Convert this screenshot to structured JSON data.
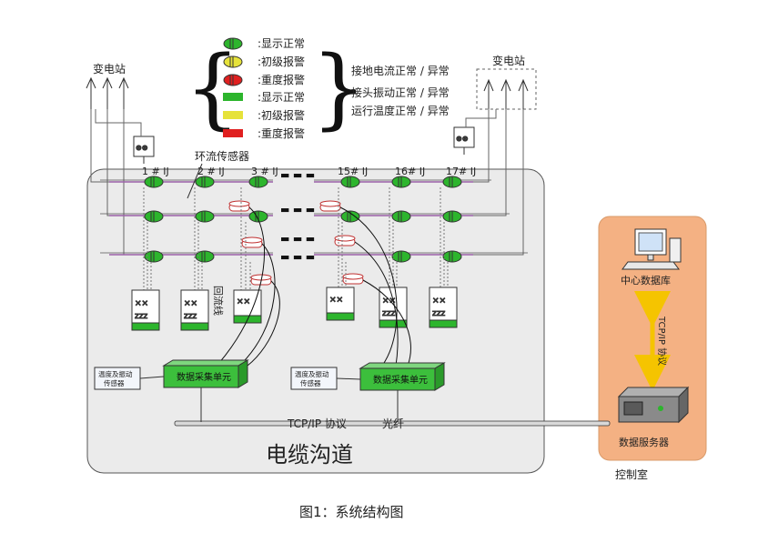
{
  "legend": {
    "items": [
      {
        "label": ":显示正常",
        "shape": "ellipse",
        "color": "#2db52d"
      },
      {
        "label": ":初级报警",
        "shape": "ellipse",
        "color": "#e6e23a"
      },
      {
        "label": ":重度报警",
        "shape": "ellipse",
        "color": "#e02020"
      },
      {
        "label": ":显示正常",
        "shape": "rect",
        "color": "#2db52d"
      },
      {
        "label": ":初级报警",
        "shape": "rect",
        "color": "#e6e23a"
      },
      {
        "label": ":重度报警",
        "shape": "rect",
        "color": "#e02020"
      }
    ],
    "categories": [
      "接地电流正常 / 异常",
      "接头振动正常 / 异常",
      "运行温度正常 / 异常"
    ]
  },
  "substation_left": "变电站",
  "substation_right": "变电站",
  "ring_sensor_label": "环流传感器",
  "return_line_label": "回流线",
  "joints": [
    "1 # IJ",
    "2 # IJ",
    "3 # IJ",
    "15# IJ",
    "16# IJ",
    "17# IJ"
  ],
  "ellipsis": "▬ ▬ ▬",
  "units": {
    "daq_label": "数据采集单元",
    "sensor_label": "温度及振动\n传感器"
  },
  "protocol_label": "TCP/IP 协议",
  "fiber_label": "光纤",
  "tunnel_label": "电缆沟道",
  "control": {
    "center_db": "中心数据库",
    "link_label": "TCP/IP 协议",
    "server": "数据服务器",
    "room": "控制室"
  },
  "caption": "图1：系统结构图",
  "colors": {
    "normal": "#2db52d",
    "warn": "#e6e23a",
    "alarm": "#e02020",
    "tunnel": "#ececec",
    "control_bg": "#f4b183",
    "cable": "#9a5fa8",
    "daq": "#3cbf3c"
  }
}
